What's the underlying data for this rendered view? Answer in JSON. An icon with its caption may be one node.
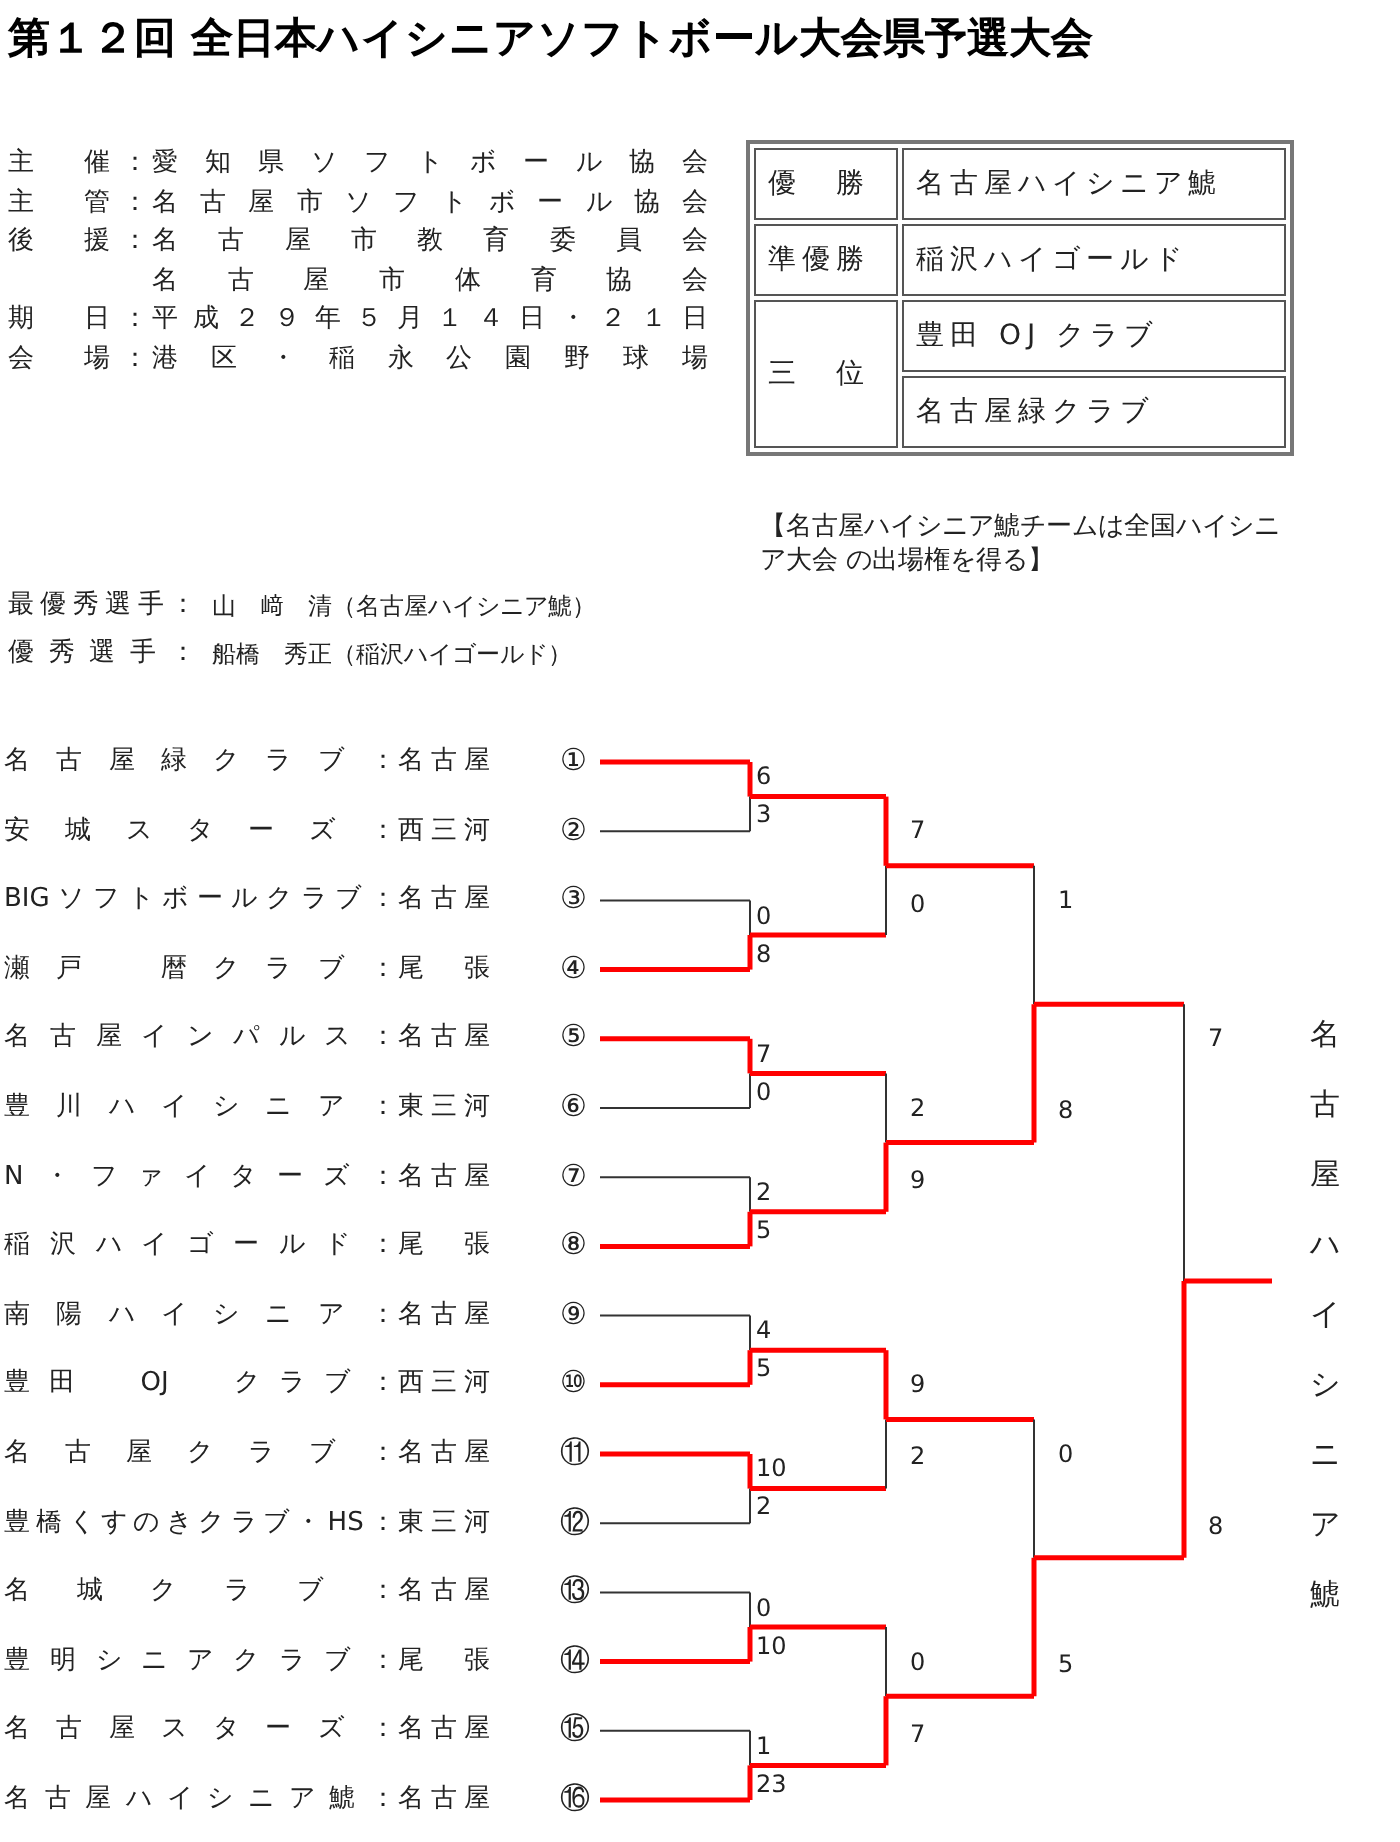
{
  "diagram": {
    "title": "第１２回 全日本ハイシニアソフトボール大会県予選大会",
    "labels": [
      "主　催：",
      "愛知県ソフトボール協会",
      "主　管：",
      "名古屋市ソフトボール協会",
      "後　援：",
      "名古屋市教育委員会",
      "名古屋市体育協会",
      "期　日：",
      "平成２９年５月１４日・２１日",
      "会　場：",
      "港区・稲永公園野球場",
      "優　勝",
      "名古屋ハイシニア鯱",
      "準優勝",
      "稲沢ハイゴールド",
      "三　位",
      "豊田 OJ クラブ",
      "名古屋緑クラブ",
      "【名古屋ハイシニア鯱チームは全国ハイシニア大会 の出場権を得る】",
      "最優秀選手：",
      "山　﨑　清（名古屋ハイシニア鯱）",
      "優秀選手：",
      "船橋　秀正（稲沢ハイゴールド）",
      "名古屋緑クラブ：",
      "名古屋",
      "①",
      "安城スターズ：",
      "西三河",
      "②",
      "BIGソフトボールクラブ：",
      "名古屋",
      "③",
      "瀬戸　暦クラブ：",
      "尾張",
      "④",
      "名古屋インパルス：",
      "名古屋",
      "⑤",
      "豊川ハイシニア：",
      "東三河",
      "⑥",
      "N・ファイターズ：",
      "名古屋",
      "⑦",
      "稲沢ハイゴールド：",
      "尾張",
      "⑧",
      "南陽ハイシニア：",
      "名古屋",
      "⑨",
      "豊田　OJ　クラブ：",
      "西三河",
      "⑩",
      "名古屋クラブ：",
      "名古屋",
      "⑪",
      "豊橋くすのきクラブ・HS：",
      "東三河",
      "⑫",
      "名城クラブ：",
      "名古屋",
      "⑬",
      "豊明シニアクラブ：",
      "尾張",
      "⑭",
      "名古屋スターズ：",
      "名古屋",
      "⑮",
      "名古屋ハイシニア鯱：",
      "名古屋",
      "⑯",
      "6",
      "3",
      "0",
      "8",
      "7",
      "0",
      "2",
      "5",
      "4",
      "5",
      "10",
      "2",
      "0",
      "10",
      "1",
      "23",
      "7",
      "0",
      "2",
      "9",
      "9",
      "2",
      "0",
      "7",
      "1",
      "8",
      "0",
      "5",
      "7",
      "8",
      "名古屋ハイシニア鯱"
    ]
  }
}
